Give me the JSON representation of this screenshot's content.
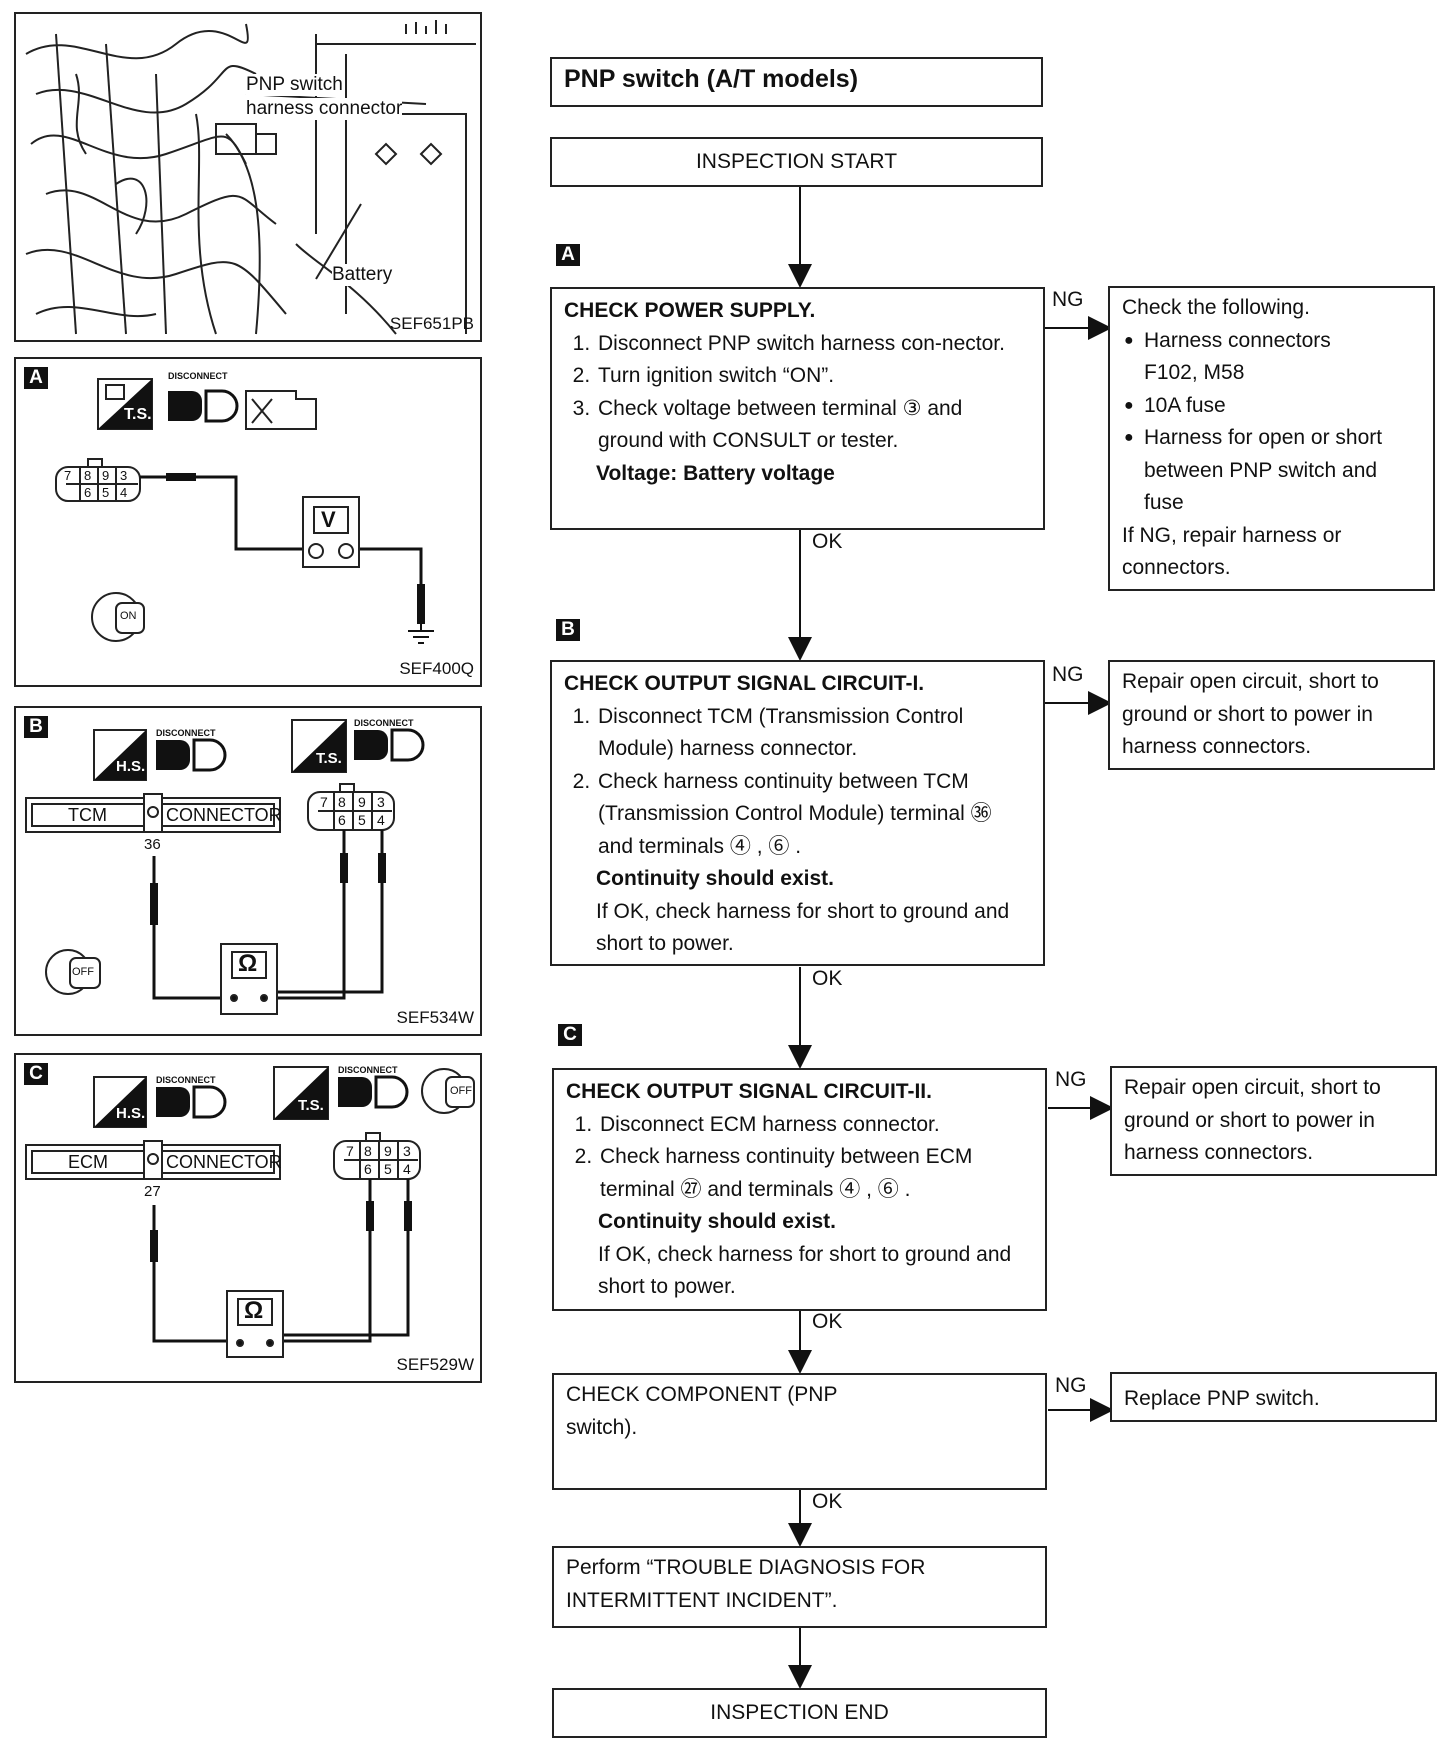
{
  "photo": {
    "label_pnp": "PNP switch",
    "label_harness": "harness connector",
    "label_battery": "Battery",
    "code": "SEF651PB"
  },
  "panel_a": {
    "tag": "A",
    "disconnect": "DISCONNECT",
    "ts": "T.S.",
    "meter": "V",
    "key": "ON",
    "code": "SEF400Q",
    "terminals_top": [
      "7",
      "8",
      "9",
      "3"
    ],
    "terminals_bottom": [
      "6",
      "5",
      "4"
    ]
  },
  "panel_b": {
    "tag": "B",
    "disconnect": "DISCONNECT",
    "hs": "H.S.",
    "ts": "T.S.",
    "connector_left": "TCM",
    "connector_right": "CONNECTOR",
    "pin": "36",
    "meter": "Ω",
    "key": "OFF",
    "code": "SEF534W",
    "terminals_top": [
      "7",
      "8",
      "9",
      "3"
    ],
    "terminals_bottom": [
      "6",
      "5",
      "4"
    ]
  },
  "panel_c": {
    "tag": "C",
    "disconnect": "DISCONNECT",
    "hs": "H.S.",
    "ts": "T.S.",
    "connector_left": "ECM",
    "connector_right": "CONNECTOR",
    "pin": "27",
    "meter": "Ω",
    "key": "OFF",
    "code": "SEF529W",
    "terminals_top": [
      "7",
      "8",
      "9",
      "3"
    ],
    "terminals_bottom": [
      "6",
      "5",
      "4"
    ]
  },
  "flow": {
    "title": "PNP switch (A/T models)",
    "start": "INSPECTION START",
    "end": "INSPECTION END",
    "ok": "OK",
    "ng": "NG",
    "tag_a": "A",
    "tag_b": "B",
    "tag_c": "C",
    "step_a": {
      "head": "CHECK POWER SUPPLY.",
      "items": [
        "Disconnect PNP switch harness con-nector.",
        "Turn ignition switch “ON”.",
        "Check voltage between terminal ③ and ground with CONSULT or tester."
      ],
      "spec": "Voltage: Battery voltage"
    },
    "side_a": {
      "intro": "Check the following.",
      "items": [
        "Harness connectors",
        "10A fuse",
        "Harness for open or short between PNP switch and fuse"
      ],
      "connectors": "F102, M58",
      "outro": "If NG, repair harness or connectors."
    },
    "step_b": {
      "head": "CHECK OUTPUT SIGNAL CIRCUIT-I.",
      "items": [
        "Disconnect TCM (Transmission Control Module) harness connector.",
        "Check harness continuity between TCM (Transmission Control Module) terminal ㊱ and terminals ④ , ⑥ ."
      ],
      "spec": "Continuity should exist.",
      "note": "If OK, check harness for short to ground and short to power."
    },
    "side_b": "Repair open circuit, short to ground or short to power in harness connectors.",
    "step_c": {
      "head": "CHECK OUTPUT SIGNAL CIRCUIT-II.",
      "items": [
        "Disconnect ECM harness connector.",
        "Check harness continuity between ECM terminal ㉗ and terminals ④ , ⑥ ."
      ],
      "spec": "Continuity should exist.",
      "note": "If OK, check harness for short to ground and short to power."
    },
    "side_c": "Repair open circuit, short to ground or short to power in harness connectors.",
    "step_d": "CHECK COMPONENT (PNP switch).",
    "side_d": "Replace PNP switch.",
    "step_e": "Perform “TROUBLE DIAGNOSIS FOR INTERMITTENT INCIDENT”."
  }
}
